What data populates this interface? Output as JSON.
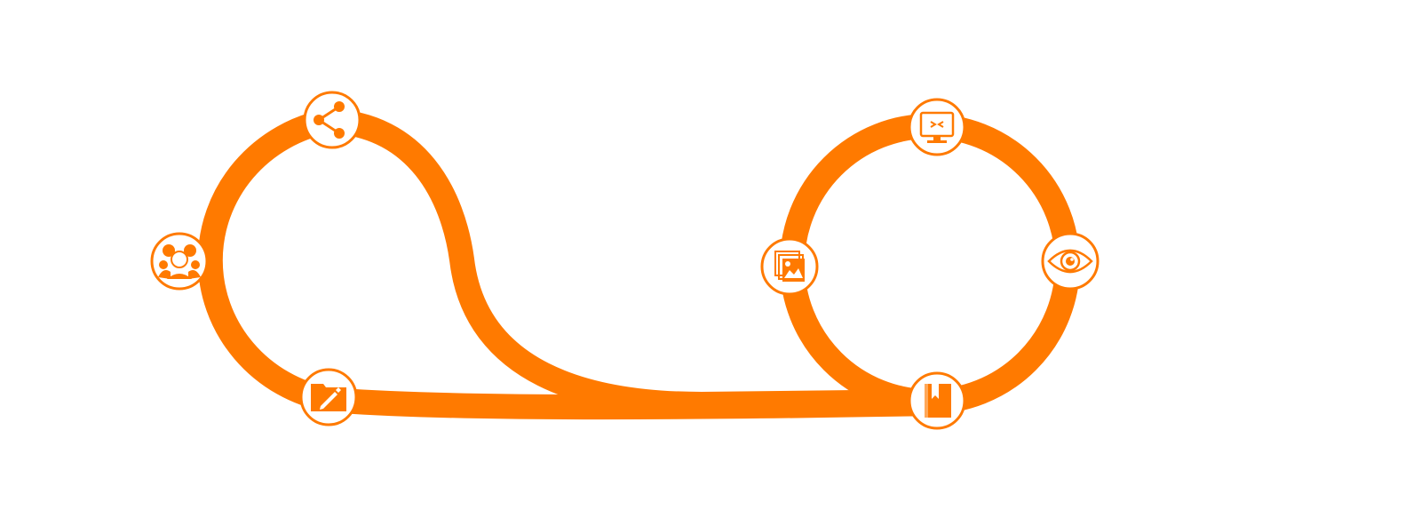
{
  "colors": {
    "accent": "#FF7A00",
    "background": "#FFFFFF",
    "node_fill": "#FFFFFF"
  },
  "nodes": [
    {
      "id": "share",
      "icon": "share-icon"
    },
    {
      "id": "team",
      "icon": "team-icon"
    },
    {
      "id": "edit",
      "icon": "edit-folder-icon"
    },
    {
      "id": "gallery",
      "icon": "gallery-icon"
    },
    {
      "id": "code",
      "icon": "code-monitor-icon"
    },
    {
      "id": "view",
      "icon": "eye-icon"
    },
    {
      "id": "book",
      "icon": "bookmark-book-icon"
    }
  ]
}
